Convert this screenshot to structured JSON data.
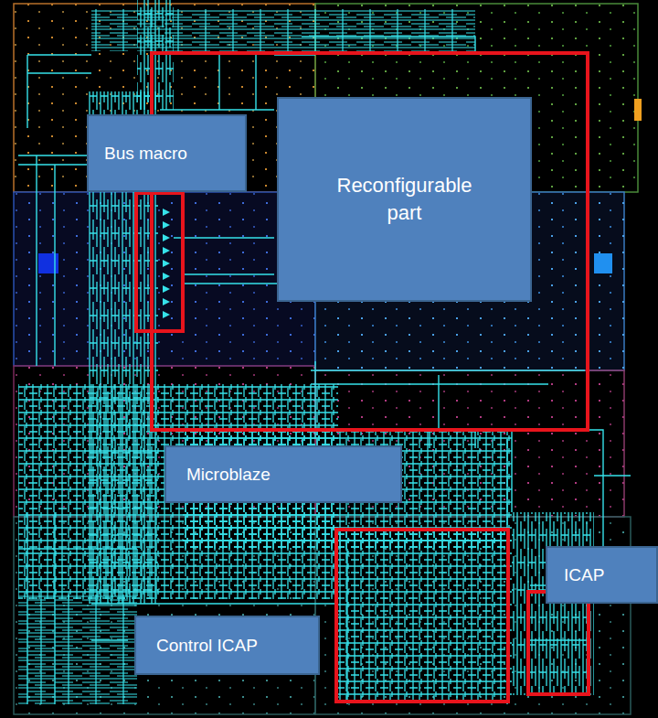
{
  "diagram": {
    "nodes": [
      {
        "text": [
          "Bus macro"
        ]
      },
      {
        "text": [
          "Reconfigurable part"
        ]
      },
      {
        "text": [
          "Microblaze"
        ]
      },
      {
        "text": [
          "ICAP"
        ]
      },
      {
        "text": [
          "Control ICAP"
        ]
      }
    ]
  }
}
